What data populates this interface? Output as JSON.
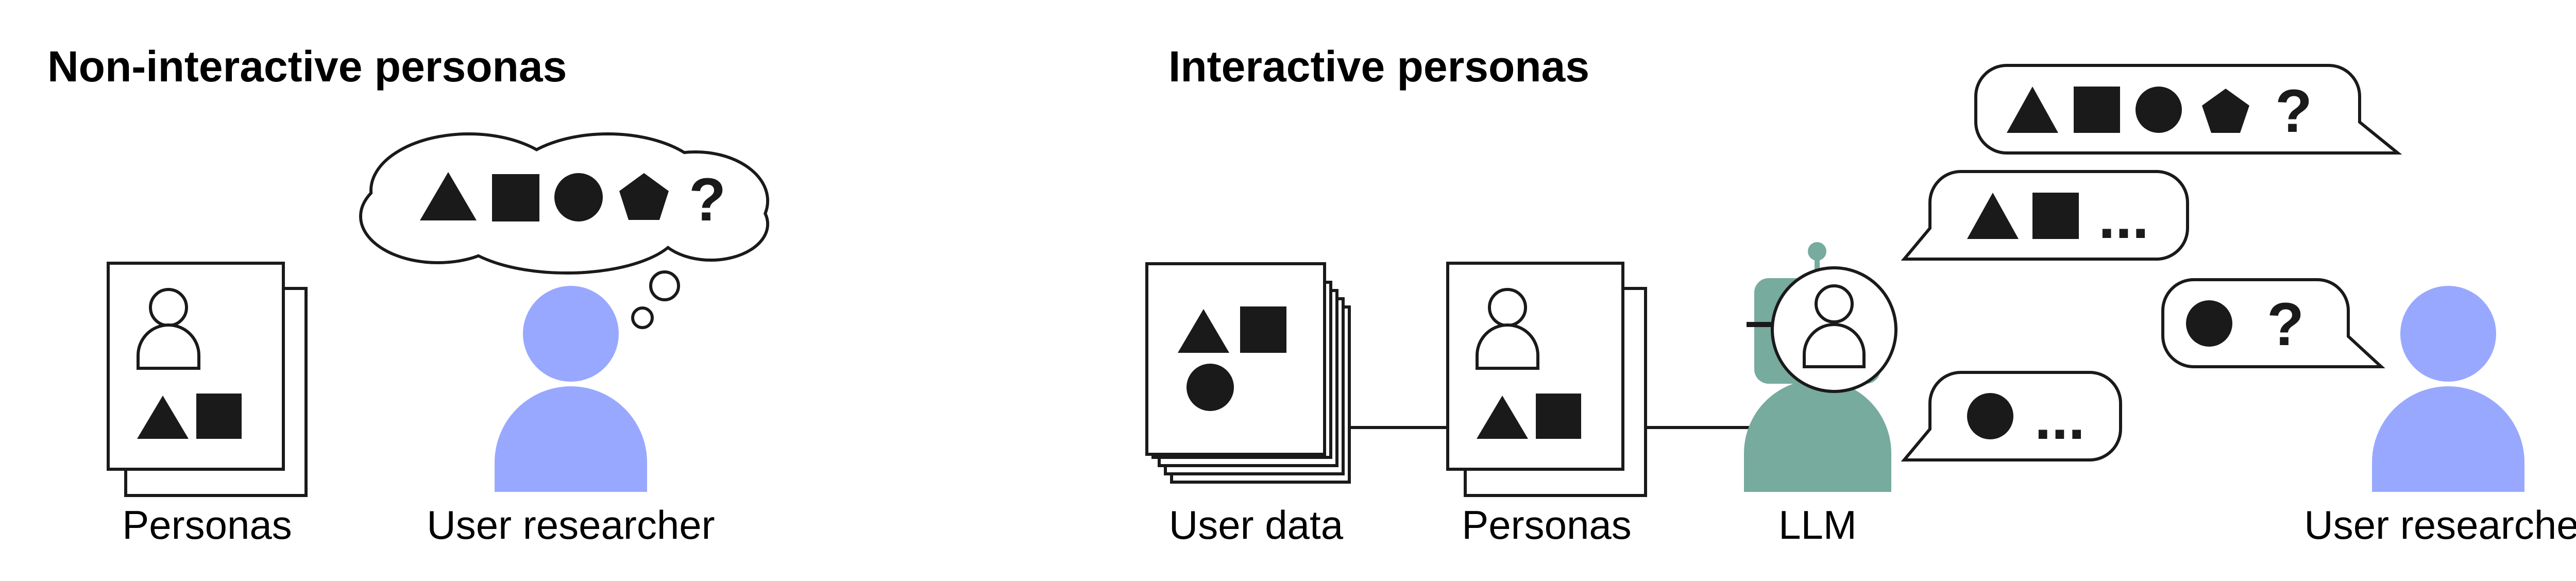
{
  "left_panel": {
    "title": "Non-interactive personas",
    "personas_label": "Personas",
    "researcher_label": "User researcher",
    "thought_bubble": {
      "question": "?"
    }
  },
  "right_panel": {
    "title": "Interactive personas",
    "user_data_label": "User data",
    "personas_label": "Personas",
    "llm_label": "LLM",
    "researcher_label": "User researcher",
    "speech_bubbles": [
      {
        "text": "?"
      },
      {
        "text": "..."
      },
      {
        "text": "?"
      },
      {
        "text": "..."
      }
    ]
  },
  "colors": {
    "researcher": "#99A8FF",
    "llm": "#76AB9E",
    "shape_fill": "#1a1a1a",
    "stroke": "#1a1a1a"
  }
}
